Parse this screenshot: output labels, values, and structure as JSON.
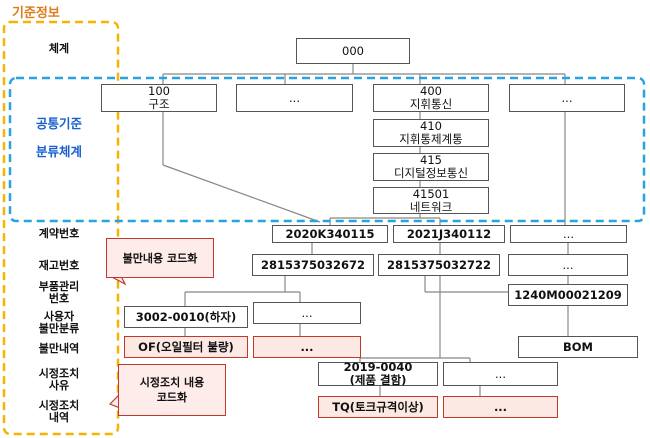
{
  "title": "기준정보",
  "left_labels": {
    "system": "체계",
    "common_classification_1": "공통기준",
    "common_classification_2": "분류체계",
    "contract_no": "계약번호",
    "stock_no": "재고번호",
    "part_mgmt_no_1": "부품관리",
    "part_mgmt_no_2": "번호",
    "user_defect_class_1": "사용자",
    "user_defect_class_2": "불만분류",
    "defect_detail": "불만내역",
    "corrective_reason_1": "시정조치",
    "corrective_reason_2": "사유",
    "corrective_detail_1": "시정조치",
    "corrective_detail_2": "내역"
  },
  "callouts": {
    "defect_code": "불만내용 코드화",
    "corrective_code_1": "시정조치 내용",
    "corrective_code_2": "코드화"
  },
  "nodes": {
    "root": "000",
    "c100_code": "100",
    "c100_name": "구조",
    "ellipsis": "...",
    "c400_code": "400",
    "c400_name": "지휘통신",
    "c410_code": "410",
    "c410_name": "지휘통제계통",
    "c415_code": "415",
    "c415_name": "디지털정보통신",
    "c41501_code": "41501",
    "c41501_name": "네트워크",
    "contract_1": "2020K340115",
    "contract_2": "2021J340112",
    "stock_1": "2815375032672",
    "stock_2": "2815375032722",
    "part_no": "1240M00021209",
    "user_class": "3002-0010(하자)",
    "defect_1": "OF(오일필터 불량)",
    "bom": "BOM",
    "reason_code": "2019-0040",
    "reason_name": "(제품 결함)",
    "action_1": "TQ(토크규격이상)"
  }
}
